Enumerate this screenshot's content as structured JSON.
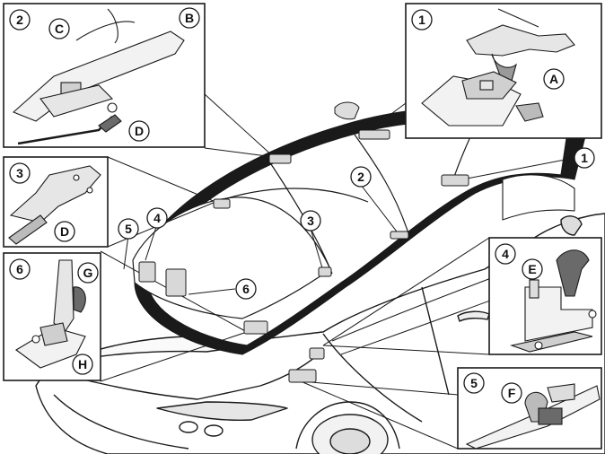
{
  "callouts": {
    "num_1": "1",
    "num_2": "2",
    "num_3": "3",
    "num_4": "4",
    "num_5": "5",
    "num_6": "6"
  },
  "letters": {
    "A": "A",
    "B": "B",
    "C": "C",
    "D": "D",
    "E": "E",
    "F": "F",
    "G": "G",
    "H": "H"
  },
  "colors": {
    "line": "#1a1a1a",
    "fill": "#ffffff",
    "shade": "#cfcfcf",
    "dark": "#6a6a6a"
  }
}
